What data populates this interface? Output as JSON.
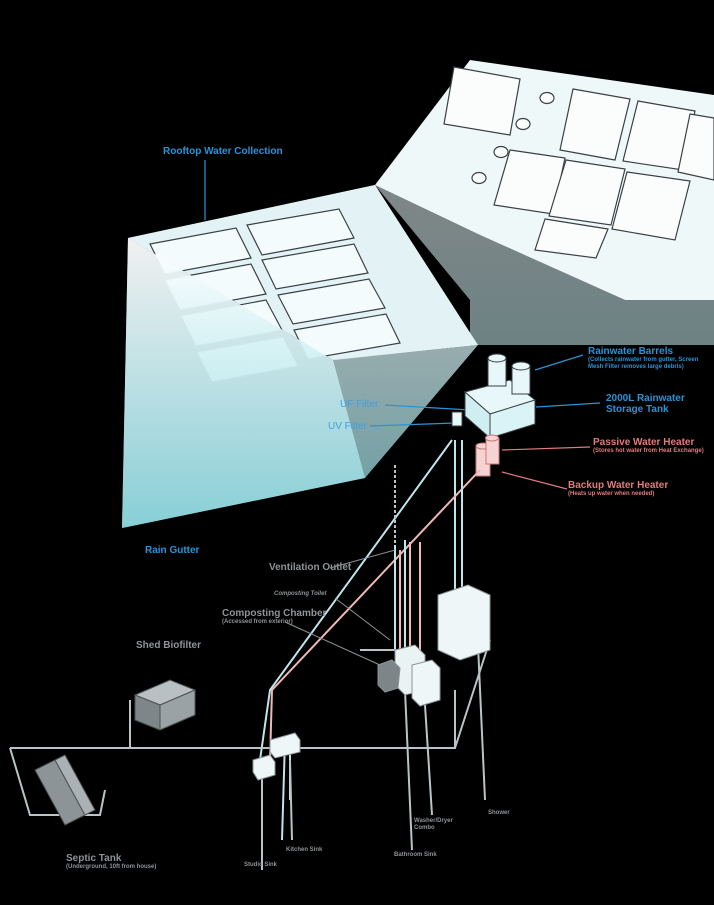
{
  "labels": {
    "rooftop": "Rooftop Water Collection",
    "rain_gutter": "Rain Gutter",
    "uf_filter": "UF Filter",
    "uv_filter": "UV Filter",
    "rainwater_barrels": "Rainwater Barrels",
    "rainwater_barrels_sub": "(Collects rainwater from gutter, Screen Mesh Filter removes large debris)",
    "storage_tank": "2000L Rainwater Storage Tank",
    "passive_heater": "Passive Water Heater",
    "passive_heater_sub": "(Stores hot water from Heat Exchange)",
    "backup_heater": "Backup Water Heater",
    "backup_heater_sub": "(Heats up water when needed)",
    "ventilation": "Ventilation Outlet",
    "composting_toilet": "Composting Toilet",
    "composting_chamber": "Composting Chamber",
    "composting_chamber_sub": "(Accessed from exterior)",
    "shed_biofilter": "Shed Biofilter",
    "septic_tank": "Septic Tank",
    "septic_tank_sub": "(Underground, 10ft from house)",
    "studio_sink": "Studio Sink",
    "kitchen_sink": "Kitchen Sink",
    "bathroom_sink": "Bathroom Sink",
    "washer_dryer": "Washer/Dryer Combo",
    "shower": "Shower"
  },
  "colors": {
    "background": "#000000",
    "roof": "#e6f4f6",
    "panel": "#f2fafb",
    "blue_label": "#2a93d5",
    "red_label": "#e07b7b",
    "grey_label": "#8d9396",
    "pipe_blue": "#bfe5ec",
    "pipe_red": "#f2b7b7",
    "pipe_grey": "#b9c4c7"
  }
}
